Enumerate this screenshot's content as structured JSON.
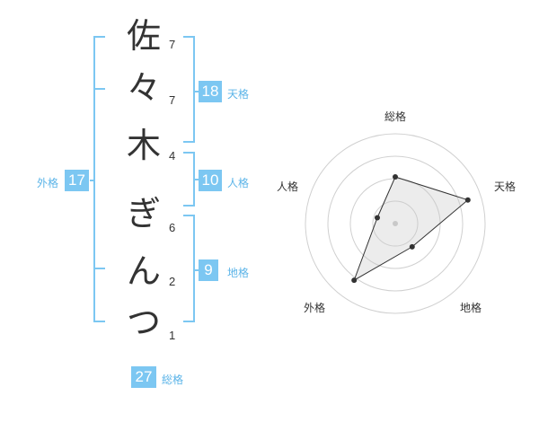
{
  "name": {
    "chars": [
      {
        "char": "佐",
        "strokes": "7"
      },
      {
        "char": "々",
        "strokes": "7"
      },
      {
        "char": "木",
        "strokes": "4"
      },
      {
        "char": "ぎ",
        "strokes": "6"
      },
      {
        "char": "ん",
        "strokes": "2"
      },
      {
        "char": "つ",
        "strokes": "1"
      }
    ]
  },
  "kaku": {
    "tenkaku": {
      "label": "天格",
      "value": "18"
    },
    "jinkaku": {
      "label": "人格",
      "value": "10"
    },
    "chikaku": {
      "label": "地格",
      "value": "9"
    },
    "gaikaku": {
      "label": "外格",
      "value": "17"
    },
    "soukaku": {
      "label": "総格",
      "value": "27"
    }
  },
  "radar": {
    "labels": {
      "top": "総格",
      "right": "天格",
      "bottom_right": "地格",
      "bottom_left": "外格",
      "left": "人格"
    },
    "levels": 4,
    "values": {
      "soukaku": 0.52,
      "tenkaku": 0.85,
      "chikaku": 0.32,
      "gaikaku": 0.78,
      "jinkaku": 0.21
    }
  },
  "colors": {
    "accent": "#7cc7f2",
    "accent_text": "#5bb4e8",
    "line": "#888888"
  }
}
